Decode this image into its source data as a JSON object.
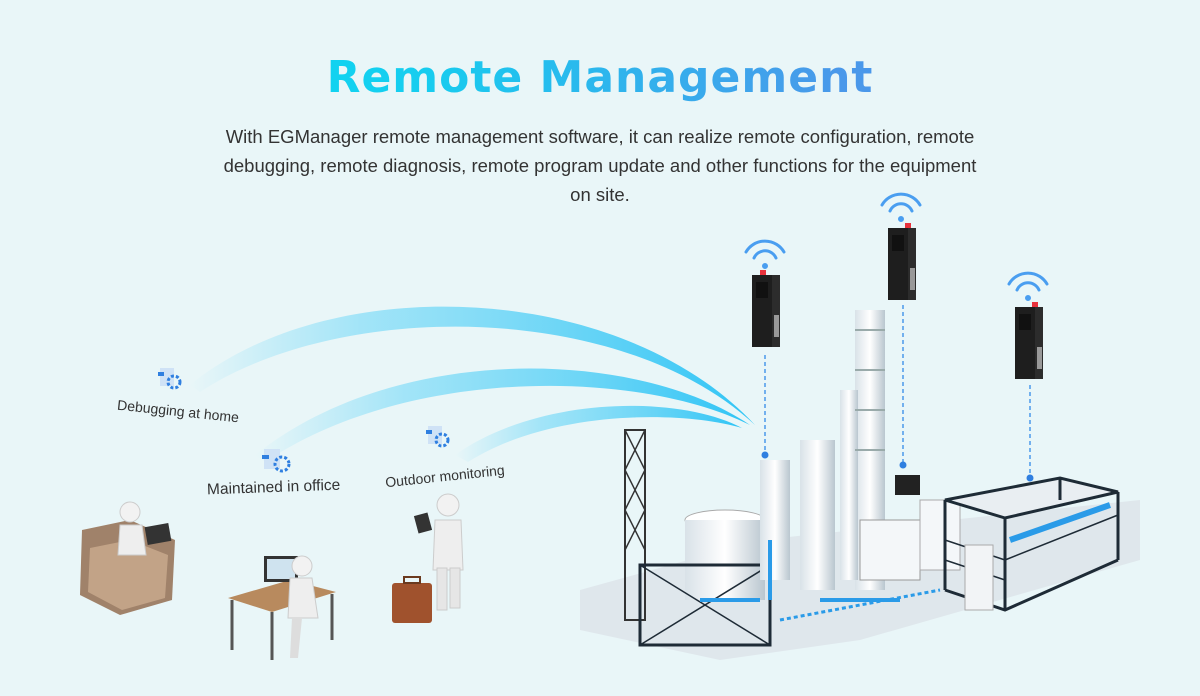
{
  "header": {
    "title": "Remote Management",
    "description": "With EGManager remote management software, it can realize remote configuration, remote debugging, remote diagnosis, remote program update and other functions for the equipment on site."
  },
  "scenarios": [
    {
      "label": "Debugging at home",
      "icon": "settings-document-icon"
    },
    {
      "label": "Maintained in office",
      "icon": "settings-document-icon"
    },
    {
      "label": "Outdoor monitoring",
      "icon": "settings-document-icon"
    }
  ],
  "colors": {
    "background": "#e9f6f8",
    "accent_cyan": "#00e6f6",
    "accent_blue": "#4a98ea",
    "device": "#1e1e1e",
    "device_led": "#e8323c"
  }
}
